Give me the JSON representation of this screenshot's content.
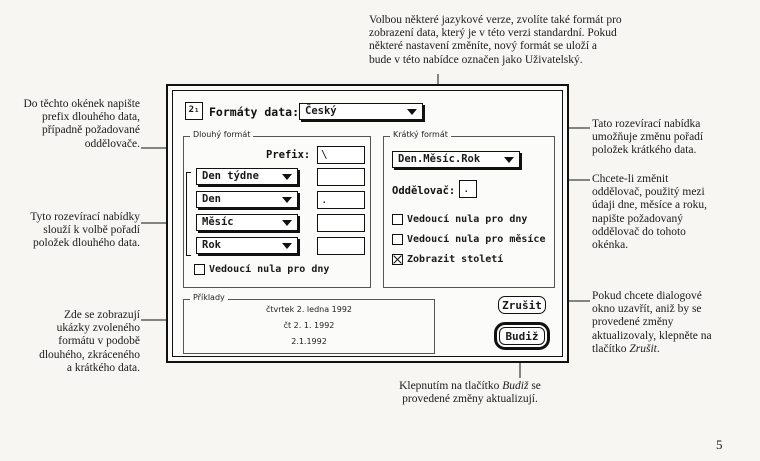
{
  "callouts": {
    "top": [
      "Volbou některé jazykové verze, zvolíte také formát pro",
      "zobrazení data, který je v této verzi standardní. Pokud",
      "některé nastavení změníte, nový formát se uloží a",
      "bude v této nabídce označen jako Uživatelský."
    ],
    "left1": [
      "Do těchto okének napište",
      "prefix dlouhého data,",
      "případně požadované",
      "oddělovače."
    ],
    "left2": [
      "Tyto rozevírací nabídky",
      "slouží k volbě pořadí",
      "položek dlouhého data."
    ],
    "left3": [
      "Zde se zobrazují",
      "ukázky zvoleného",
      "formátu v podobě",
      "dlouhého, zkráceného",
      "a krátkého data."
    ],
    "right1": [
      "Tato rozevírací nabídka",
      "umožňuje změnu pořadí",
      "položek krátkého data."
    ],
    "right2": [
      "Chcete-li změnit",
      "oddělovač, použitý mezi",
      "údaji dne, měsíce a roku,",
      "napište požadovaný",
      "oddělovač do tohoto",
      "okénka."
    ],
    "right3": [
      "Pokud chcete dialogové",
      "okno uzavřít, aniž by se",
      "provedené změny",
      "aktualizovaly, klepněte na"
    ],
    "right3_last_prefix": "tlačítko ",
    "right3_last_em": "Zrušit",
    "right3_last_suffix": ".",
    "bottom_l1_prefix": "Klepnutím na tlačítko ",
    "bottom_l1_em": "Budiž",
    "bottom_l1_suffix": " se",
    "bottom_l2": "provedené změny aktualizují."
  },
  "dialog": {
    "icon_text": "2₁",
    "title_label": "Formáty data:",
    "language_value": "Český",
    "long_format_label": "Dlouhý formát",
    "prefix_label": "Prefix:",
    "prefix_value": "\\",
    "long_items": [
      "Den týdne",
      "Den",
      "Měsíc",
      "Rok"
    ],
    "separator_fields": [
      "",
      ".",
      "",
      ""
    ],
    "long_leading_zero_label": "Vedoucí nula pro dny",
    "short_format_label": "Krátký formát",
    "short_order_value": "Den.Měsíc.Rok",
    "separator_label": "Oddělovač:",
    "separator_value": ".",
    "short_opt1": "Vedoucí nula pro dny",
    "short_opt2": "Vedoucí nula pro měsíce",
    "short_opt3": "Zobrazit století",
    "short_opt3_checked": true,
    "examples_label": "Příklady",
    "examples": [
      "čtvrtek 2. ledna 1992",
      "čt 2. 1. 1992",
      "2.1.1992"
    ],
    "cancel_label": "Zrušit",
    "ok_label": "Budiž"
  },
  "page_number": "5"
}
